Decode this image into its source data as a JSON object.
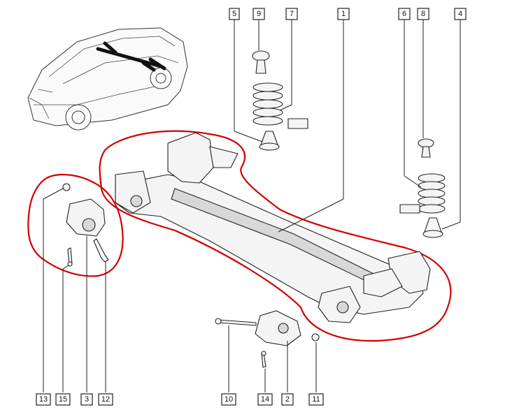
{
  "callouts": [
    {
      "id": "c5",
      "label": "5"
    },
    {
      "id": "c9",
      "label": "9"
    },
    {
      "id": "c7",
      "label": "7"
    },
    {
      "id": "c1",
      "label": "1"
    },
    {
      "id": "c6",
      "label": "6"
    },
    {
      "id": "c8",
      "label": "8"
    },
    {
      "id": "c4",
      "label": "4"
    },
    {
      "id": "c13",
      "label": "13"
    },
    {
      "id": "c15",
      "label": "15"
    },
    {
      "id": "c3",
      "label": "3"
    },
    {
      "id": "c12",
      "label": "12"
    },
    {
      "id": "c10",
      "label": "10"
    },
    {
      "id": "c14",
      "label": "14"
    },
    {
      "id": "c2",
      "label": "2"
    },
    {
      "id": "c11",
      "label": "11"
    }
  ],
  "colors": {
    "highlight": "#d10000",
    "line": "#222222"
  }
}
